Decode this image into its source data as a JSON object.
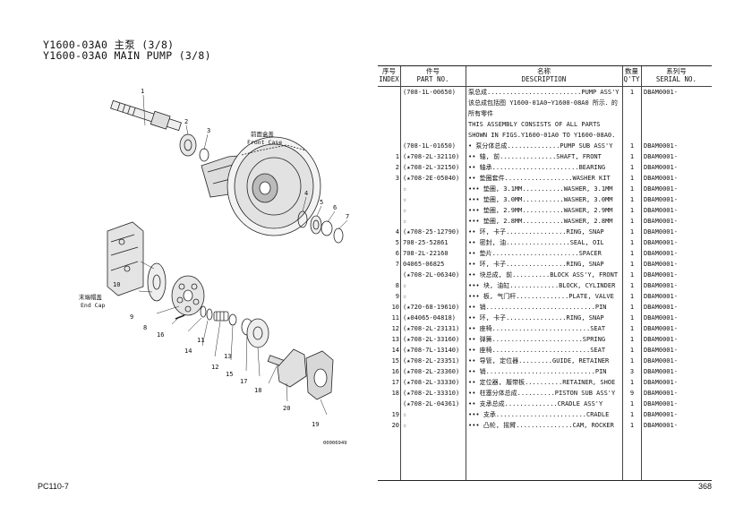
{
  "title_cn": "Y1600-03A0 主泵 (3/8)",
  "title_en": "Y1600-03A0 MAIN PUMP (3/8)",
  "footer": {
    "left": "PC110-7",
    "right": "368"
  },
  "diagram": {
    "front_case_cn": "前面盒盖",
    "front_case_en": "Front Case",
    "end_cap_cn": "末端帽盖",
    "end_cap_en": "End Cap",
    "code": "00006949",
    "callouts": [
      "1",
      "2",
      "3",
      "4",
      "5",
      "6",
      "7",
      "8",
      "9",
      "10",
      "11",
      "12",
      "13",
      "14",
      "15",
      "16",
      "17",
      "18",
      "19",
      "20"
    ]
  },
  "table": {
    "headers": {
      "index_cn": "序号",
      "index_en": "INDEX",
      "part_cn": "件号",
      "part_en": "PART NO.",
      "desc_cn": "名称",
      "desc_en": "DESCRIPTION",
      "qty_cn": "数量",
      "qty_en": "Q'TY",
      "serial_cn": "系列号",
      "serial_en": "SERIAL NO."
    },
    "rows": [
      {
        "idx": "",
        "pn": "(708-1L-00650)",
        "desc": "泵总成.........................PUMP ASS'Y",
        "qty": "1",
        "ser": "DBAM0001-"
      },
      {
        "idx": "",
        "pn": "",
        "desc": "该总成包括图 Y1600-01A0~Y1600-08A0 所示．的",
        "qty": "",
        "ser": ""
      },
      {
        "idx": "",
        "pn": "",
        "desc": "所有零件",
        "qty": "",
        "ser": ""
      },
      {
        "idx": "",
        "pn": "",
        "desc": "THIS ASSEMBLY CONSISTS OF ALL PARTS",
        "qty": "",
        "ser": ""
      },
      {
        "idx": "",
        "pn": "",
        "desc": "SHOWN IN FIGS.Y1600-01A0 TO Y1600-08A0.",
        "qty": "",
        "ser": ""
      },
      {
        "idx": "",
        "pn": "(708-1L-01650)",
        "desc": "• 泵分体总成..............PUMP SUB ASS'Y",
        "qty": "1",
        "ser": "DBAM0001-"
      },
      {
        "idx": "1",
        "pn": "(★708-2L-32110)",
        "desc": "•• 轴, 前...............SHAFT, FRONT",
        "qty": "1",
        "ser": "DBAM0001-"
      },
      {
        "idx": "2",
        "pn": "(★708-2L-32150)",
        "desc": "•• 轴承.......................BEARING",
        "qty": "1",
        "ser": "DBAM0001-"
      },
      {
        "idx": "3",
        "pn": "(★708-2E-05040)",
        "desc": "•• 垫圈套件..................WASHER KIT",
        "qty": "1",
        "ser": "DBAM0001-"
      },
      {
        "idx": "",
        "pn": "☆",
        "desc": "••• 垫圈, 3.1MM...........WASHER, 3.1MM",
        "qty": "1",
        "ser": "DBAM0001-"
      },
      {
        "idx": "",
        "pn": "☆",
        "desc": "••• 垫圈, 3.0MM...........WASHER, 3.0MM",
        "qty": "1",
        "ser": "DBAM0001-"
      },
      {
        "idx": "",
        "pn": "☆",
        "desc": "••• 垫圈, 2.9MM...........WASHER, 2.9MM",
        "qty": "1",
        "ser": "DBAM0001-"
      },
      {
        "idx": "",
        "pn": "☆",
        "desc": "••• 垫圈, 2.8MM...........WASHER, 2.8MM",
        "qty": "1",
        "ser": "DBAM0001-"
      },
      {
        "idx": "4",
        "pn": "(★708-25-12790)",
        "desc": "•• 环, 卡子................RING, SNAP",
        "qty": "1",
        "ser": "DBAM0001-"
      },
      {
        "idx": "5",
        "pn": "708-25-52861",
        "desc": "•• 密封, 油.................SEAL, OIL",
        "qty": "1",
        "ser": "DBAM0001-"
      },
      {
        "idx": "6",
        "pn": "708-2L-22160",
        "desc": "•• 垫片.......................SPACER",
        "qty": "1",
        "ser": "DBAM0001-"
      },
      {
        "idx": "7",
        "pn": "04065-06825",
        "desc": "•• 环, 卡子................RING, SNAP",
        "qty": "1",
        "ser": "DBAM0001-"
      },
      {
        "idx": "",
        "pn": "(★708-2L-06340)",
        "desc": "•• 块总成, 前..........BLOCK ASS'Y, FRONT",
        "qty": "1",
        "ser": "DBAM0001-"
      },
      {
        "idx": "8",
        "pn": "☆",
        "desc": "••• 块, 油缸.............BLOCK, CYLINDER",
        "qty": "1",
        "ser": "DBAM0001-"
      },
      {
        "idx": "9",
        "pn": "☆",
        "desc": "••• 板, 气门杆..............PLATE, VALVE",
        "qty": "1",
        "ser": "DBAM0001-"
      },
      {
        "idx": "10",
        "pn": "(★720-68-19610)",
        "desc": "•• 销.............................PIN",
        "qty": "1",
        "ser": "DBAM0001-"
      },
      {
        "idx": "11",
        "pn": "(★04065-04818)",
        "desc": "•• 环, 卡子................RING, SNAP",
        "qty": "1",
        "ser": "DBAM0001-"
      },
      {
        "idx": "12",
        "pn": "(★708-2L-23131)",
        "desc": "•• 座椅..........................SEAT",
        "qty": "1",
        "ser": "DBAM0001-"
      },
      {
        "idx": "13",
        "pn": "(★708-2L-33160)",
        "desc": "•• 弹簧........................SPRING",
        "qty": "1",
        "ser": "DBAM0001-"
      },
      {
        "idx": "14",
        "pn": "(★708-7L-13140)",
        "desc": "•• 座椅..........................SEAT",
        "qty": "1",
        "ser": "DBAM0001-"
      },
      {
        "idx": "15",
        "pn": "(★708-2L-23351)",
        "desc": "•• 导管, 定位器.........GUIDE, RETAINER",
        "qty": "1",
        "ser": "DBAM0001-"
      },
      {
        "idx": "16",
        "pn": "(★708-2L-23360)",
        "desc": "•• 销.............................PIN",
        "qty": "3",
        "ser": "DBAM0001-"
      },
      {
        "idx": "17",
        "pn": "(★708-2L-33330)",
        "desc": "•• 定位器, 履带板..........RETAINER, SHOE",
        "qty": "1",
        "ser": "DBAM0001-"
      },
      {
        "idx": "18",
        "pn": "(★708-2L-33310)",
        "desc": "•• 柱塞分体总成..........PISTON SUB ASS'Y",
        "qty": "9",
        "ser": "DBAM0001-"
      },
      {
        "idx": "",
        "pn": "(★708-2L-04361)",
        "desc": "•• 支承总成..............CRADLE ASS'Y",
        "qty": "1",
        "ser": "DBAM0001-"
      },
      {
        "idx": "19",
        "pn": "☆",
        "desc": "••• 支承........................CRADLE",
        "qty": "1",
        "ser": "DBAM0001-"
      },
      {
        "idx": "20",
        "pn": "☆",
        "desc": "••• 凸轮, 摇臂...............CAM, ROCKER",
        "qty": "1",
        "ser": "DBAM0001-"
      }
    ]
  }
}
